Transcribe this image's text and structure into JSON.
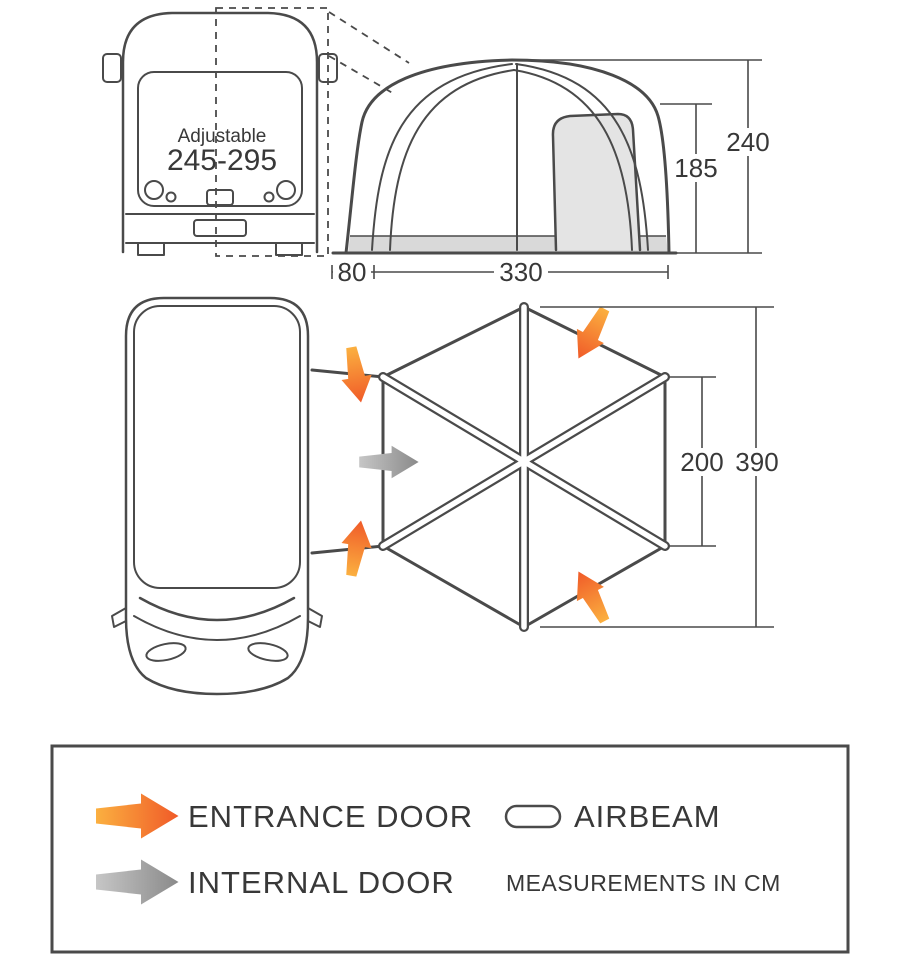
{
  "colors": {
    "line": "#4a4a4a",
    "text": "#383838",
    "orange-light": "#fbb040",
    "orange-dark": "#f05a28",
    "gray-light": "#c6c6c6",
    "gray-dark": "#8a8a8a",
    "panel": "#e4e4e4",
    "skirt": "#d9d9d9"
  },
  "van": {
    "adjustable_label": "Adjustable",
    "adjustable_range": "245-295"
  },
  "elevation_dimensions": {
    "peak_height": "240",
    "side_height": "185",
    "tunnel_depth": "80",
    "front_width": "330"
  },
  "plan_dimensions": {
    "inner_width": "200",
    "total_width": "390"
  },
  "legend": {
    "entrance_door": "ENTRANCE DOOR",
    "internal_door": "INTERNAL DOOR",
    "airbeam": "AIRBEAM",
    "measurements_note": "MEASUREMENTS IN CM"
  }
}
